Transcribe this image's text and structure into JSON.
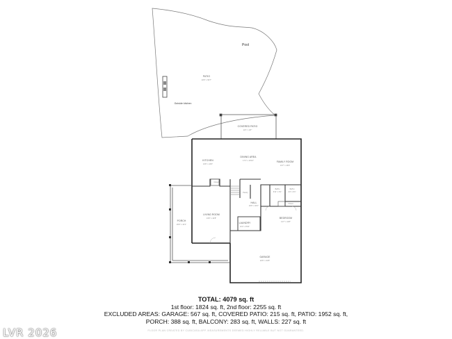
{
  "rooms": {
    "pool": {
      "name": "Pool"
    },
    "patio": {
      "name": "PATIO",
      "dims": "40'6\" x 53'7\""
    },
    "outside_kitchen": {
      "name": "Outside kitchen"
    },
    "covered_patio": {
      "name": "COVERED PATIO",
      "dims": "12'1\" x 20'\""
    },
    "kitchen": {
      "name": "KITCHEN",
      "dims": "13'6\" x 16'6\""
    },
    "dining_area": {
      "name": "DINING AREA",
      "dims": "17'1\" x 16'10\""
    },
    "family_room": {
      "name": "FAMILY ROOM",
      "dims": "13'7\" x 16'9\""
    },
    "pantry": {
      "name": "Pantry"
    },
    "bath1": {
      "name": "BATH",
      "dims": "6'11\" x 6'1\""
    },
    "bath2": {
      "name": "BATH",
      "dims": "4'4\" x 6'1\""
    },
    "closet": {
      "name": "Closet"
    },
    "hall": {
      "name": "HALL",
      "dims": "16'6\" x 33'1\""
    },
    "living_room": {
      "name": "LIVING ROOM",
      "dims": "13'0\" x 14'8\""
    },
    "porch": {
      "name": "PORCH",
      "dims": "26'9\" x 13'1\""
    },
    "laundry": {
      "name": "LAUNDRY",
      "dims": "11'3\" x 8'10\""
    },
    "bedroom": {
      "name": "BEDROOM",
      "dims": "11'7\" x 11'8\""
    },
    "garage": {
      "name": "GARAGE",
      "dims": "22'6\" x 31'8\""
    },
    "closet2": {
      "name": "Closet"
    }
  },
  "summary": {
    "total": "TOTAL: 4079 sq. ft",
    "floors": "1st floor: 1824 sq. ft, 2nd floor: 2255 sq. ft",
    "excluded_1": "EXCLUDED AREAS: GARAGE: 567 sq. ft, COVERED PATIO: 215 sq. ft, PATIO: 1952 sq. ft,",
    "excluded_2": "PORCH: 388 sq. ft, BALCONY: 283 sq. ft, WALLS: 227 sq. ft"
  },
  "watermark": "LVR 2026",
  "disclaimer": "FLOOR PLAN CREATED BY CUBICASA APP. MEASUREMENTS DEEMED HIGHLY RELIABLE BUT NOT GUARANTEED."
}
